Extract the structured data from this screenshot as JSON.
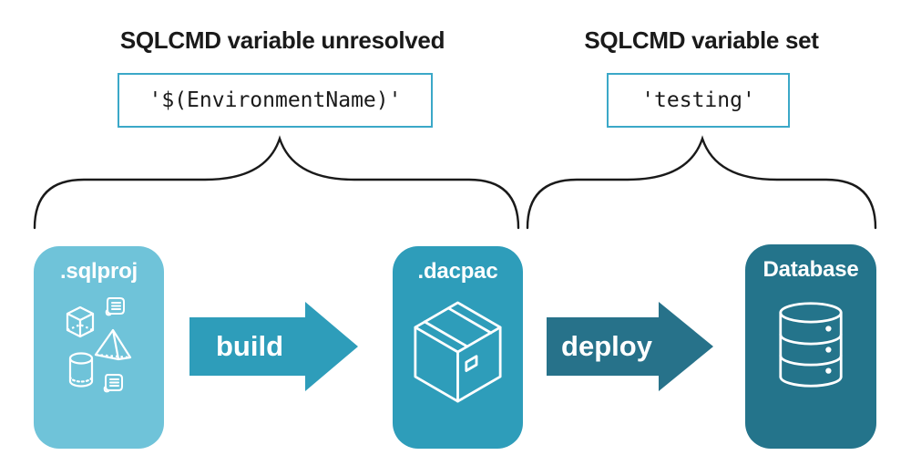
{
  "annotations": {
    "unresolved": {
      "heading": "SQLCMD variable unresolved",
      "value": "'$(EnvironmentName)'"
    },
    "set": {
      "heading": "SQLCMD variable set",
      "value": "'testing'"
    }
  },
  "pipeline": {
    "nodes": [
      {
        "label": ".sqlproj",
        "icons": [
          "scroll-icon",
          "cube-icon",
          "pyramid-icon",
          "cylinder-icon",
          "scroll-icon"
        ]
      },
      {
        "label": ".dacpac",
        "icons": [
          "package-icon"
        ]
      },
      {
        "label": "Database",
        "icons": [
          "database-cylinder-icon"
        ]
      }
    ],
    "arrows": [
      {
        "label": "build"
      },
      {
        "label": "deploy"
      }
    ]
  },
  "colors": {
    "sqlproj_fill": "#6fc3d9",
    "dacpac_fill": "#2e9dba",
    "database_fill": "#24748b",
    "build_arrow": "#2e9dba",
    "deploy_arrow": "#27728a",
    "value_box_border": "#3ba8c8",
    "brace_stroke": "#1a1a1a",
    "heading_text": "#1a1a1a",
    "icon_stroke": "#ffffff"
  }
}
